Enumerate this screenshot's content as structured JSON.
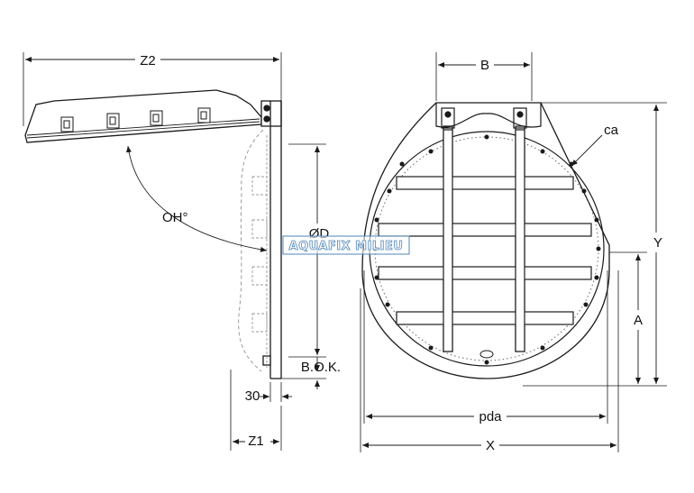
{
  "labels": {
    "z2": "Z2",
    "oh": "OH°",
    "od": "ØD",
    "bok": "B.O.K.",
    "thirty": "30",
    "z1": "Z1",
    "b": "B",
    "ca": "ca",
    "y": "Y",
    "a": "A",
    "pda": "pda",
    "x": "X"
  },
  "watermark": "AQUAFIX MILIEU",
  "colors": {
    "line": "#1a1a1a",
    "dashed": "#9a9a9a",
    "watermark_stroke": "#4f86b8"
  }
}
